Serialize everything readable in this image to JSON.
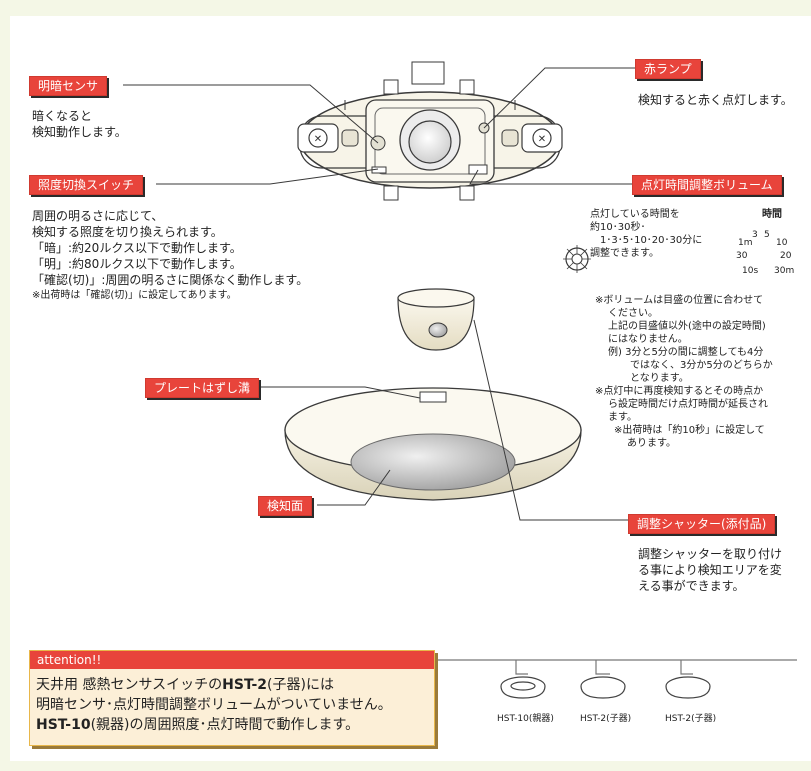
{
  "labels": {
    "ambient_sensor": "明暗センサ",
    "red_lamp": "赤ランプ",
    "illuminance_switch": "照度切換スイッチ",
    "time_volume": "点灯時間調整ボリューム",
    "plate_groove": "プレートはずし溝",
    "detection_face": "検知面",
    "shutter": "調整シャッター(添付品)"
  },
  "descriptions": {
    "ambient_sensor": [
      "暗くなると",
      "検知動作します。"
    ],
    "red_lamp": "検知すると赤く点灯します。",
    "illuminance_switch": [
      "周囲の明るさに応じて、",
      "検知する照度を切り換えられます。",
      "「暗」:約20ルクス以下で動作します。",
      "「明」:約80ルクス以下で動作します。",
      "「確認(切)」:周囲の明るさに関係なく動作します。"
    ],
    "illuminance_note": "※出荷時は「確認(切)」に設定してあります。",
    "time_volume": [
      "点灯している時間を",
      "約10･30秒･",
      "1･3･5･10･20･30分に",
      "調整できます。"
    ],
    "time_volume_notes": [
      "※ボリュームは目盛の位置に合わせて",
      "ください。",
      "上記の目盛値以外(途中の設定時間)",
      "にはなりません。",
      "例) 3分と5分の間に調整しても4分",
      "ではなく、3分か5分のどちらか",
      "となります。",
      "※点灯中に再度検知するとその時点か",
      "ら設定時間だけ点灯時間が延長され",
      "ます。",
      "※出荷時は「約10秒」に設定して",
      "あります。"
    ],
    "shutter": [
      "調整シャッターを取り付け",
      "る事により検知エリアを変",
      "える事ができます。"
    ]
  },
  "dial": {
    "title": "時間",
    "ticks": [
      "1m",
      "3",
      "5",
      "10",
      "20",
      "30",
      "10s",
      "30m"
    ]
  },
  "attention": {
    "header": "attention!!",
    "line1_a": "天井用 感熱センサスイッチの",
    "line1_b": "HST-2",
    "line1_c": "(子器)には",
    "line2": "明暗センサ･点灯時間調整ボリュームがついていません。",
    "line3_a": "HST-10",
    "line3_b": "(親器)の周囲照度･点灯時間で動作します。"
  },
  "units": [
    "HST-10(親器)",
    "HST-2(子器)",
    "HST-2(子器)"
  ],
  "colors": {
    "label_bg": "#e8443b",
    "attention_bg": "#fcefd7",
    "page_bg": "#f4f7e6"
  }
}
